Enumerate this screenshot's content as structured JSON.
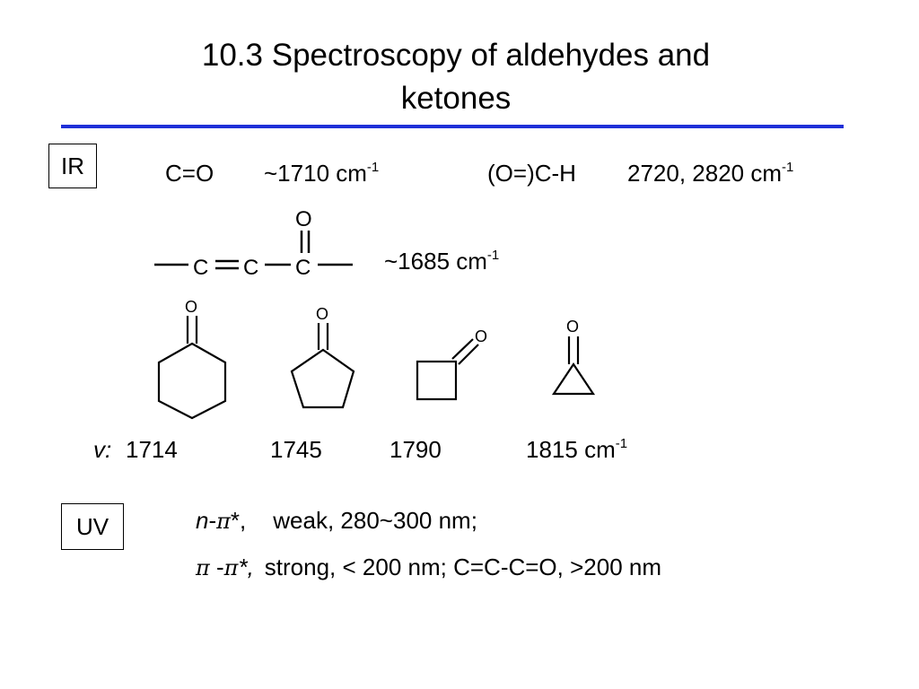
{
  "title": {
    "line1": "10.3  Spectroscopy of aldehydes and",
    "line2": "ketones"
  },
  "ir": {
    "label": "IR",
    "carbonyl_group": "C=O",
    "carbonyl_freq": "~1710 cm",
    "aldehyde_ch_group": "(O=)C-H",
    "aldehyde_ch_freq": "2720, 2820 cm",
    "unit_exp": "-1",
    "enone_freq": "~1685 cm",
    "enone_atoms": {
      "c1": "C",
      "c2": "C",
      "c3": "C",
      "o": "O"
    },
    "ring_o": "O",
    "nu_symbol": "v:",
    "ring_freqs": [
      "1714",
      "1745",
      "1790",
      "1815 cm"
    ]
  },
  "uv": {
    "label": "UV",
    "n_pi": {
      "n": "n",
      "dash": "-",
      "pi": "π",
      "star": "*",
      "comma": ",",
      "text": "weak, 280~300 nm;"
    },
    "pi_pi": {
      "pi1": "π",
      "dash": " -",
      "pi2": "π",
      "star": "*,",
      "text": "strong, < 200 nm; C=C-C=O, >200 nm"
    }
  },
  "colors": {
    "rule": "#1f2fd8",
    "text": "#000000"
  }
}
